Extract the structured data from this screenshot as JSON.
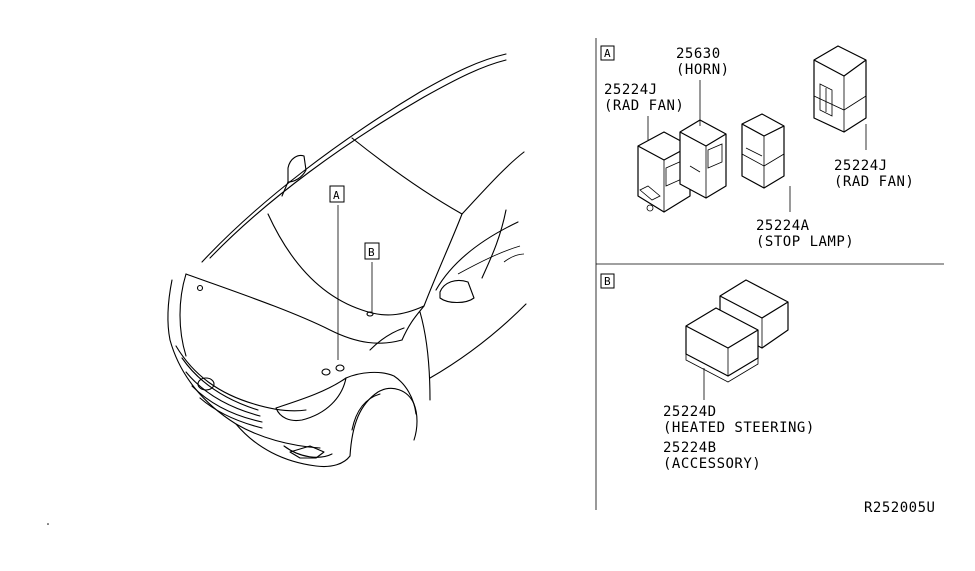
{
  "callouts": {
    "vehicle_a": "A",
    "vehicle_b": "B",
    "panel_a": "A",
    "panel_b": "B"
  },
  "panel_a": {
    "horn_part": "25630",
    "horn_desc": "(HORN)",
    "radfan1_part": "25224J",
    "radfan1_desc": "(RAD FAN)",
    "radfan2_part": "25224J",
    "radfan2_desc": "(RAD FAN)",
    "stoplamp_part": "25224A",
    "stoplamp_desc": "(STOP LAMP)"
  },
  "panel_b": {
    "heated_part": "25224D",
    "heated_desc": "(HEATED STEERING)",
    "accessory_part": "25224B",
    "accessory_desc": "(ACCESSORY)"
  },
  "diagram_id": "R252005U"
}
